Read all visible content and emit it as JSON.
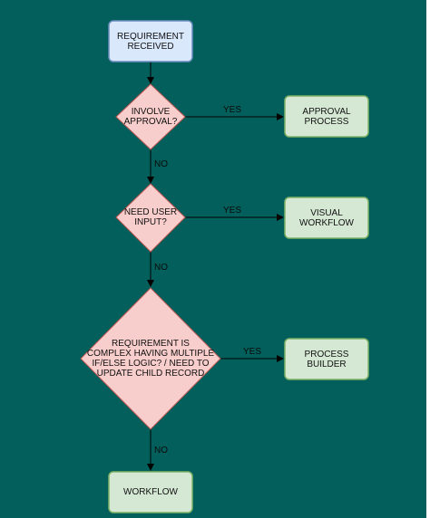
{
  "colors": {
    "background": "#035f5b",
    "start_fill": "#dae8fc",
    "start_stroke": "#6c8ebf",
    "decision_fill": "#f8cecc",
    "decision_stroke": "#b85450",
    "process_fill": "#d5e8d4",
    "process_stroke": "#82b366",
    "edge": "#000000"
  },
  "nodes": {
    "start": "REQUIREMENT\nRECEIVED",
    "decision_approval": "INVOLVE\nAPPROVAL?",
    "decision_user_input": "NEED USER\nINPUT?",
    "decision_complex": "REQUIREMENT IS\nCOMPLEX HAVING MULTIPLE\nIF/ELSE LOGIC? / NEED TO\nUPDATE CHILD RECORD",
    "approval_process": "APPROVAL\nPROCESS",
    "visual_workflow": "VISUAL\nWORKFLOW",
    "process_builder": "PROCESS\nBUILDER",
    "workflow": "WORKFLOW"
  },
  "edges": {
    "yes_approval": "YES",
    "no_approval": "NO",
    "yes_user_input": "YES",
    "no_user_input": "NO",
    "yes_complex": "YES",
    "no_complex": "NO"
  }
}
